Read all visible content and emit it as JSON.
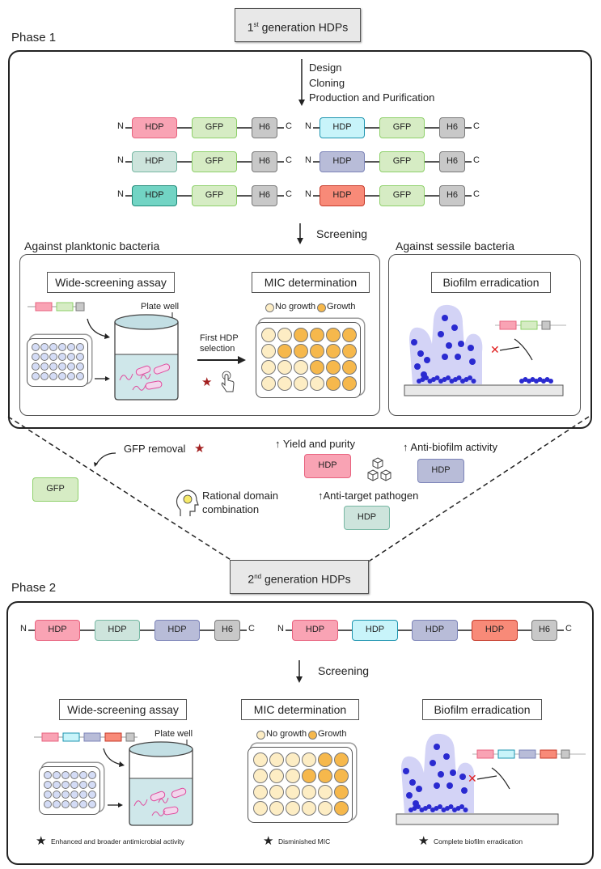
{
  "colors": {
    "hdp_pink": {
      "fill": "#f9a3b4",
      "stroke": "#e8637f"
    },
    "hdp_cyan": {
      "fill": "#c8f4fa",
      "stroke": "#1e95b0"
    },
    "hdp_mint": {
      "fill": "#cde4dc",
      "stroke": "#78b8a4"
    },
    "hdp_lavender": {
      "fill": "#b8bcd8",
      "stroke": "#7c84b8"
    },
    "hdp_teal": {
      "fill": "#72d4c4",
      "stroke": "#1f8a78"
    },
    "hdp_salmon": {
      "fill": "#f88a78",
      "stroke": "#c63a2a"
    },
    "gfp": {
      "fill": "#d6ecc4",
      "stroke": "#8ed06a"
    },
    "h6": {
      "fill": "#c8c8c8",
      "stroke": "#7a7a7a"
    },
    "no_growth": "#fdedc4",
    "growth": "#f6b84c",
    "plate_well": "#d4dcf6",
    "biofilm": "#c8c8f4",
    "bacteria": "#2a2ad0",
    "red_star": "#a32020",
    "black_star": "#222222",
    "red_x": "#e02020"
  },
  "phase1": {
    "label": "Phase 1",
    "gen_box": {
      "prefix": "1",
      "sup": "st",
      "text": " generation HDPs"
    },
    "steps": [
      "Design",
      "Cloning",
      "Production and Purification"
    ],
    "constructs": [
      {
        "hdp": "hdp_pink"
      },
      {
        "hdp": "hdp_cyan"
      },
      {
        "hdp": "hdp_mint"
      },
      {
        "hdp": "hdp_lavender"
      },
      {
        "hdp": "hdp_teal"
      },
      {
        "hdp": "hdp_salmon"
      }
    ],
    "domain_labels": {
      "hdp": "HDP",
      "gfp": "GFP",
      "h6": "H6",
      "n": "N",
      "c": "C"
    },
    "screening_label": "Screening",
    "planktonic": {
      "label": "Against planktonic bacteria",
      "wide_screening": "Wide-screening assay",
      "plate_well": "Plate well",
      "selection": [
        "First HDP",
        "selection"
      ],
      "mic": "MIC determination",
      "legend_no_growth": "No growth",
      "legend_growth": "Growth",
      "mic_plate": [
        [
          "N",
          "N",
          "G",
          "G",
          "G",
          "G"
        ],
        [
          "N",
          "G",
          "G",
          "G",
          "G",
          "G"
        ],
        [
          "N",
          "N",
          "N",
          "G",
          "G",
          "G"
        ],
        [
          "N",
          "N",
          "N",
          "N",
          "G",
          "G"
        ]
      ]
    },
    "sessile": {
      "label": "Against sessile bacteria",
      "biofilm": "Biofilm erradication"
    }
  },
  "transition": {
    "gfp_removal": "GFP removal",
    "gfp_label": "GFP",
    "rational": [
      "Rational domain",
      "combination"
    ],
    "yield": "Yield and purity",
    "anti_biofilm": "Anti-biofilm activity",
    "anti_target": "Anti-target pathogen",
    "hdp_label": "HDP"
  },
  "phase2": {
    "label": "Phase 2",
    "gen_box": {
      "prefix": "2",
      "sup": "nd",
      "text": " generation HDPs"
    },
    "construct_a": [
      "hdp_pink",
      "hdp_mint",
      "hdp_lavender"
    ],
    "construct_b": [
      "hdp_pink",
      "hdp_cyan",
      "hdp_lavender",
      "hdp_salmon"
    ],
    "screening_label": "Screening",
    "wide_screening": "Wide-screening assay",
    "plate_well": "Plate well",
    "mic": "MIC determination",
    "legend_no_growth": "No growth",
    "legend_growth": "Growth",
    "mic_plate": [
      [
        "N",
        "N",
        "N",
        "N",
        "G",
        "G"
      ],
      [
        "N",
        "N",
        "N",
        "G",
        "G",
        "G"
      ],
      [
        "N",
        "N",
        "N",
        "N",
        "N",
        "G"
      ],
      [
        "N",
        "N",
        "N",
        "N",
        "N",
        "G"
      ]
    ],
    "biofilm": "Biofilm erradication",
    "outcome_wide": "Enhanced and broader antimicrobial activity",
    "outcome_mic": "Disminished MIC",
    "outcome_biofilm": "Complete biofilm erradication"
  }
}
